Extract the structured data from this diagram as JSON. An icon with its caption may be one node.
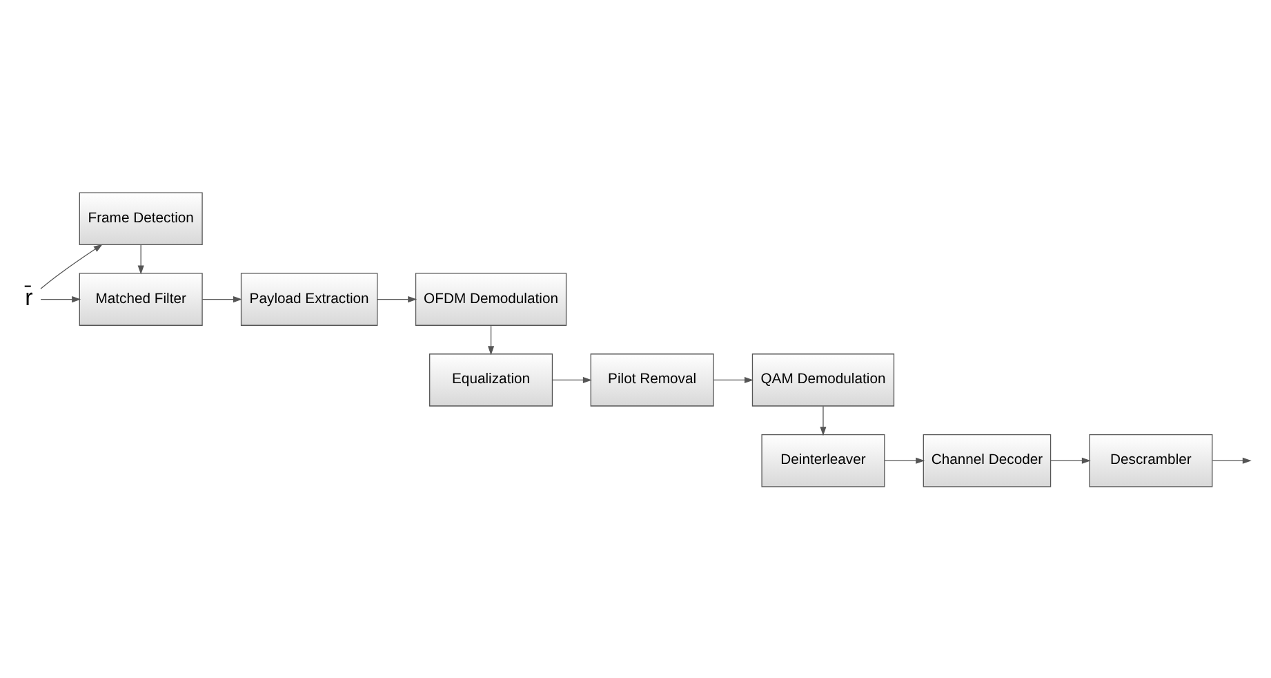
{
  "diagram": {
    "nodes": [
      {
        "text": [
          "r̄"
        ]
      },
      {
        "text": [
          "Frame Detection"
        ]
      },
      {
        "text": [
          "Matched Filter"
        ]
      },
      {
        "text": [
          "Payload Extraction"
        ]
      },
      {
        "text": [
          "OFDM Demodulation"
        ]
      },
      {
        "text": [
          "Equalization"
        ]
      },
      {
        "text": [
          "Pilot Removal"
        ]
      },
      {
        "text": [
          "QAM Demodulation"
        ]
      },
      {
        "text": [
          "Deinterleaver"
        ]
      },
      {
        "text": [
          "Channel Decoder"
        ]
      },
      {
        "text": [
          "Descrambler"
        ]
      }
    ],
    "edges": [
      {
        "from": 0,
        "to": 1,
        "arrow": "to"
      },
      {
        "from": 0,
        "to": 2,
        "arrow": "to"
      },
      {
        "from": 1,
        "to": 2,
        "arrow": "to"
      },
      {
        "from": 2,
        "to": 3,
        "arrow": "to"
      },
      {
        "from": 3,
        "to": 4,
        "arrow": "to"
      },
      {
        "from": 4,
        "to": 5,
        "arrow": "to"
      },
      {
        "from": 5,
        "to": 6,
        "arrow": "to"
      },
      {
        "from": 6,
        "to": 7,
        "arrow": "to"
      },
      {
        "from": 7,
        "to": 8,
        "arrow": "to"
      },
      {
        "from": 8,
        "to": 9,
        "arrow": "to"
      },
      {
        "from": 9,
        "to": 10,
        "arrow": "to"
      },
      {
        "from": 10,
        "to": null,
        "arrow": "to"
      }
    ]
  }
}
